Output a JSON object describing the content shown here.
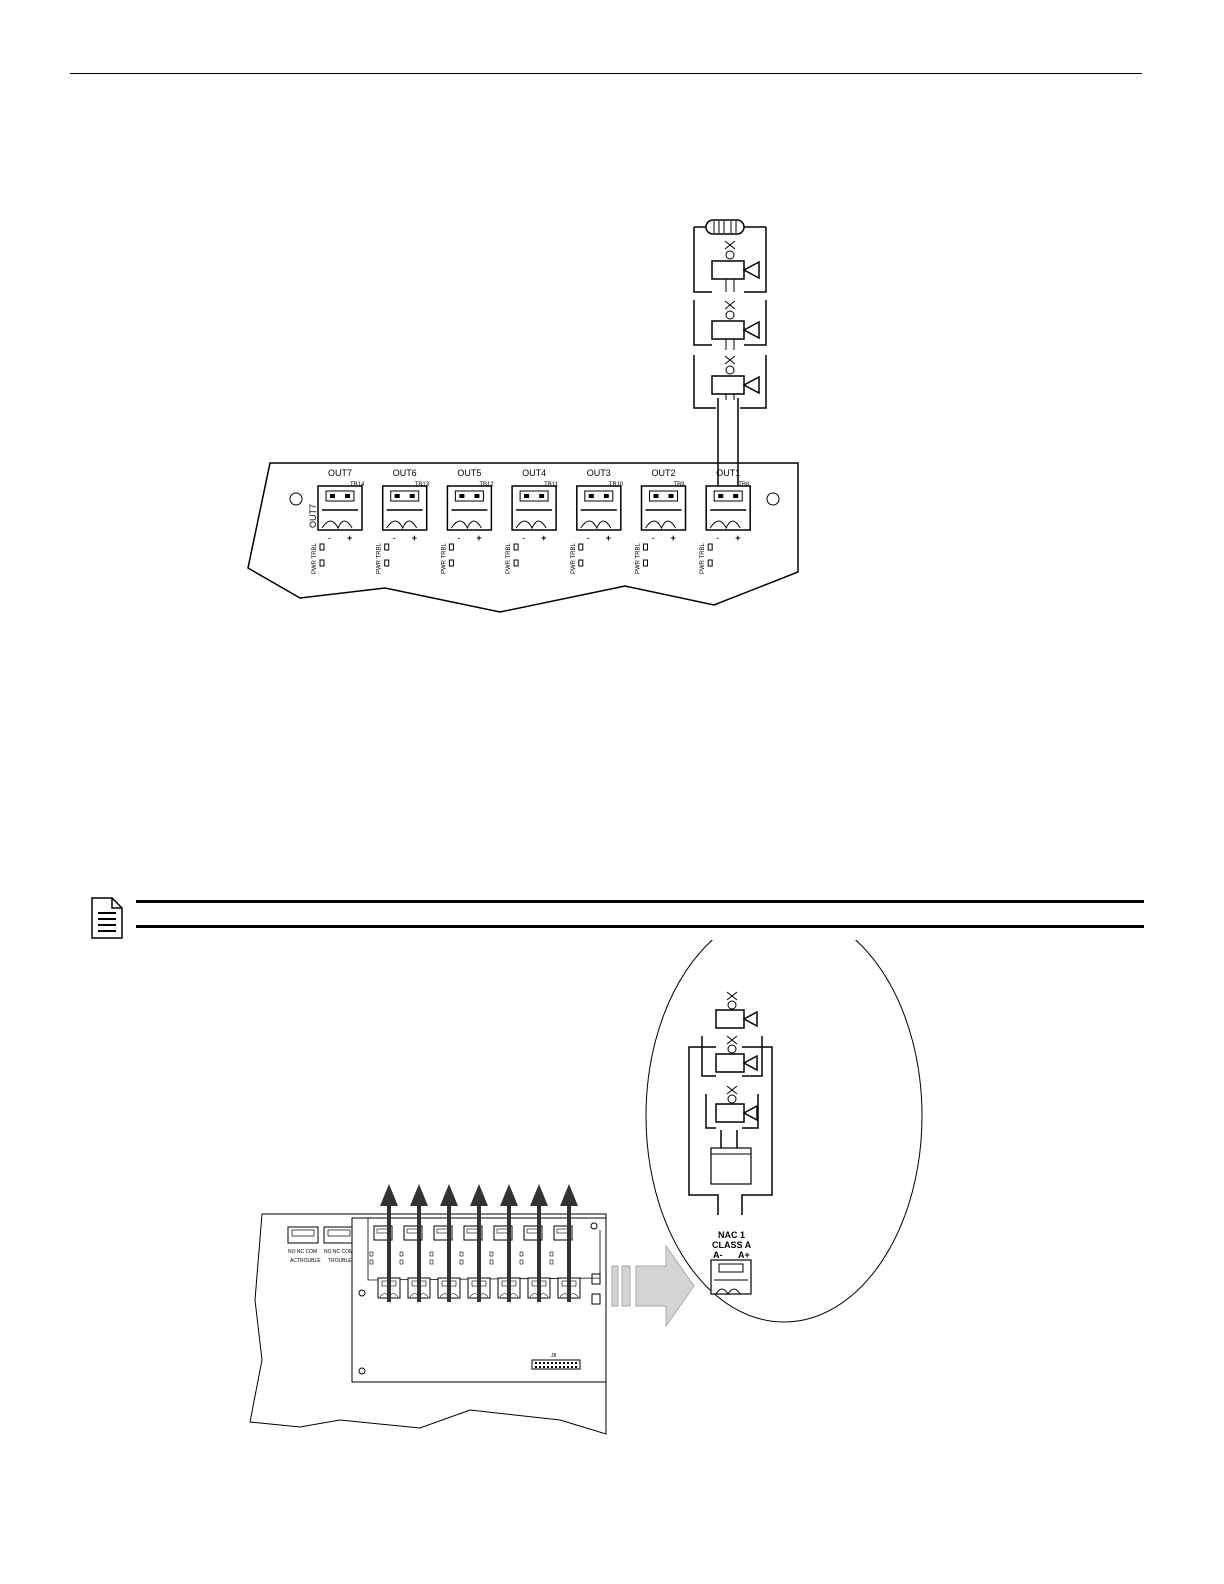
{
  "figure1": {
    "outputs": [
      {
        "label": "OUT7",
        "tb": "TB14"
      },
      {
        "label": "OUT6",
        "tb": "TB13"
      },
      {
        "label": "OUT5",
        "tb": "TB12"
      },
      {
        "label": "OUT4",
        "tb": "TB11"
      },
      {
        "label": "OUT3",
        "tb": "TB10"
      },
      {
        "label": "OUT2",
        "tb": "TB9"
      },
      {
        "label": "OUT1",
        "tb": "TB8"
      }
    ],
    "side_label": "OUT7",
    "minus": "-",
    "plus": "+",
    "led_label": "PWR TRBL"
  },
  "figure2": {
    "nac_title": "NAC 1",
    "nac_class": "CLASS A",
    "nac_minus": "A-",
    "nac_plus": "A+",
    "relay_left_terms": "NO NC COM",
    "relay_left_name": "ACTROUBLE",
    "relay_right_terms": "NO NC COM",
    "relay_right_name": "TROUBLE",
    "connector": "J8"
  },
  "icons": {
    "note": "note-document-icon",
    "horn_strobe": "horn-strobe-icon",
    "resistor": "eol-resistor-icon",
    "arrow": "wiring-arrow-icon"
  }
}
